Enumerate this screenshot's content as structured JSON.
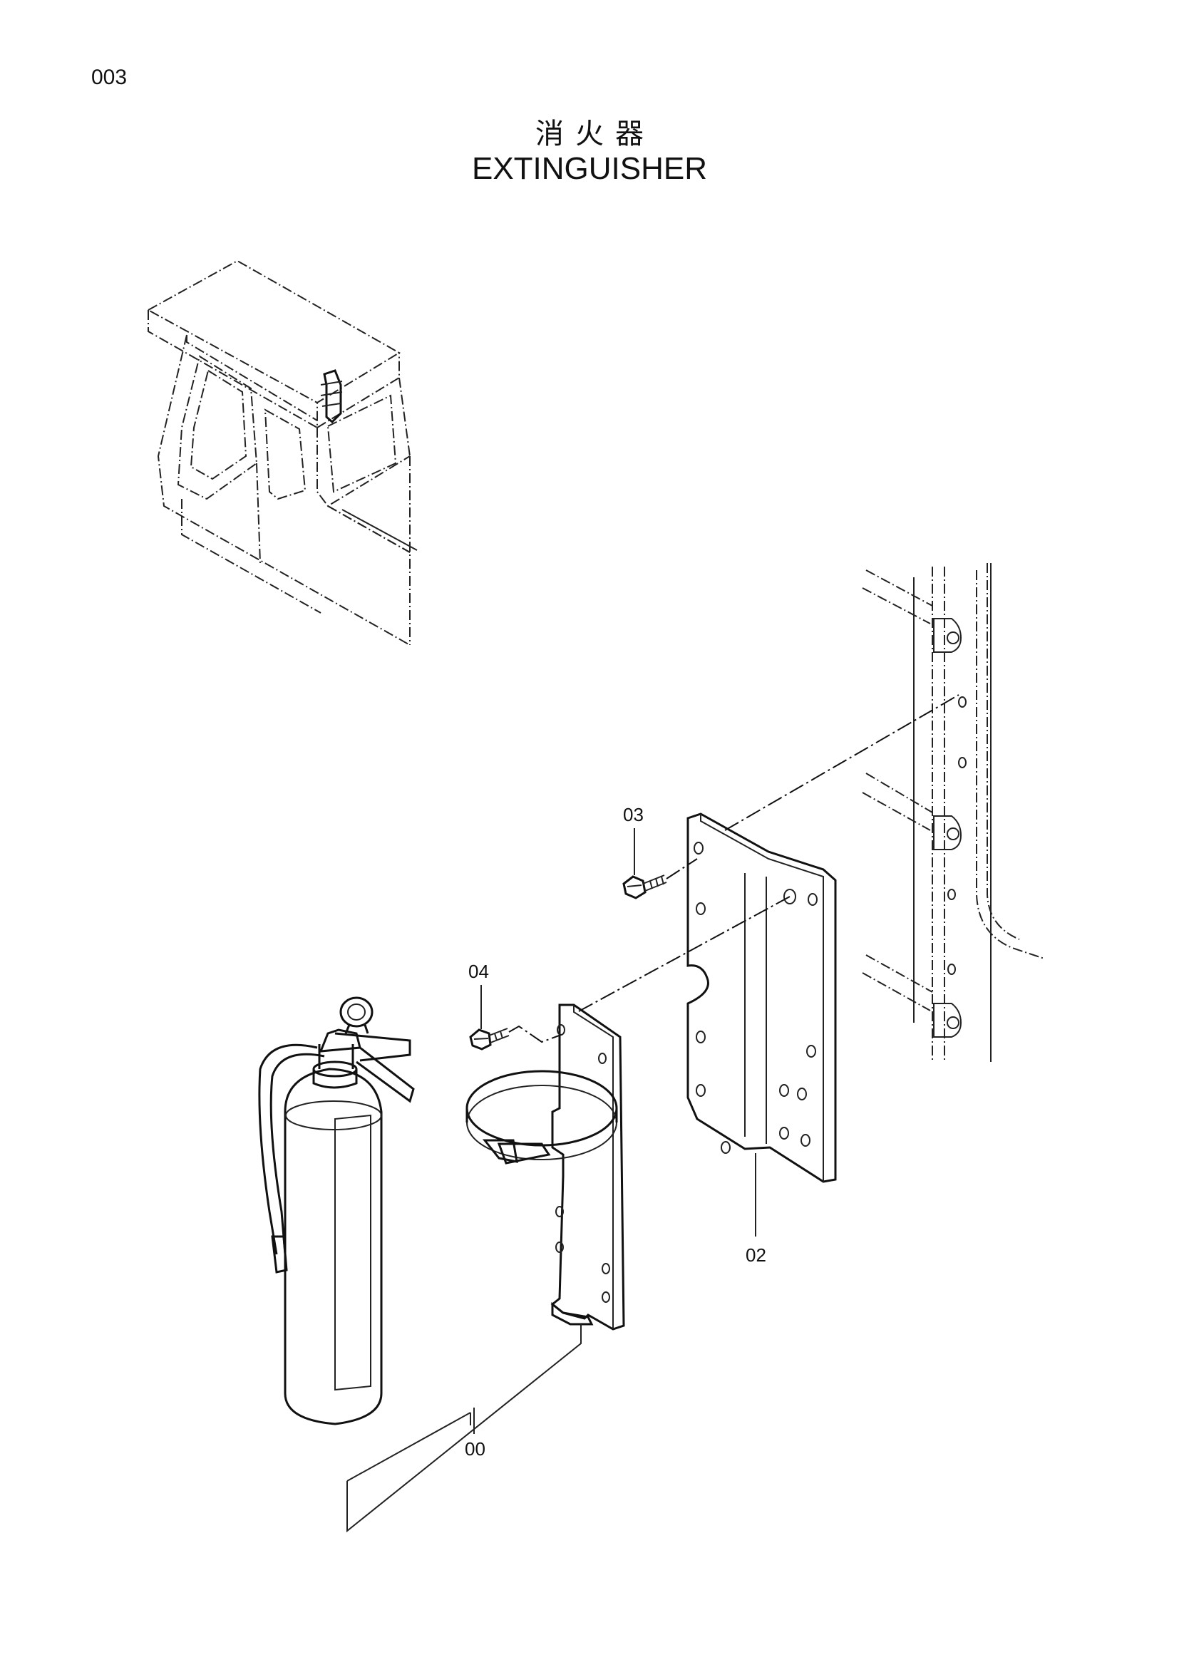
{
  "page": {
    "number": "003",
    "title_jp": "消火器",
    "title_en": "EXTINGUISHER"
  },
  "callouts": {
    "c00": "00",
    "c02": "02",
    "c03": "03",
    "c04": "04"
  }
}
